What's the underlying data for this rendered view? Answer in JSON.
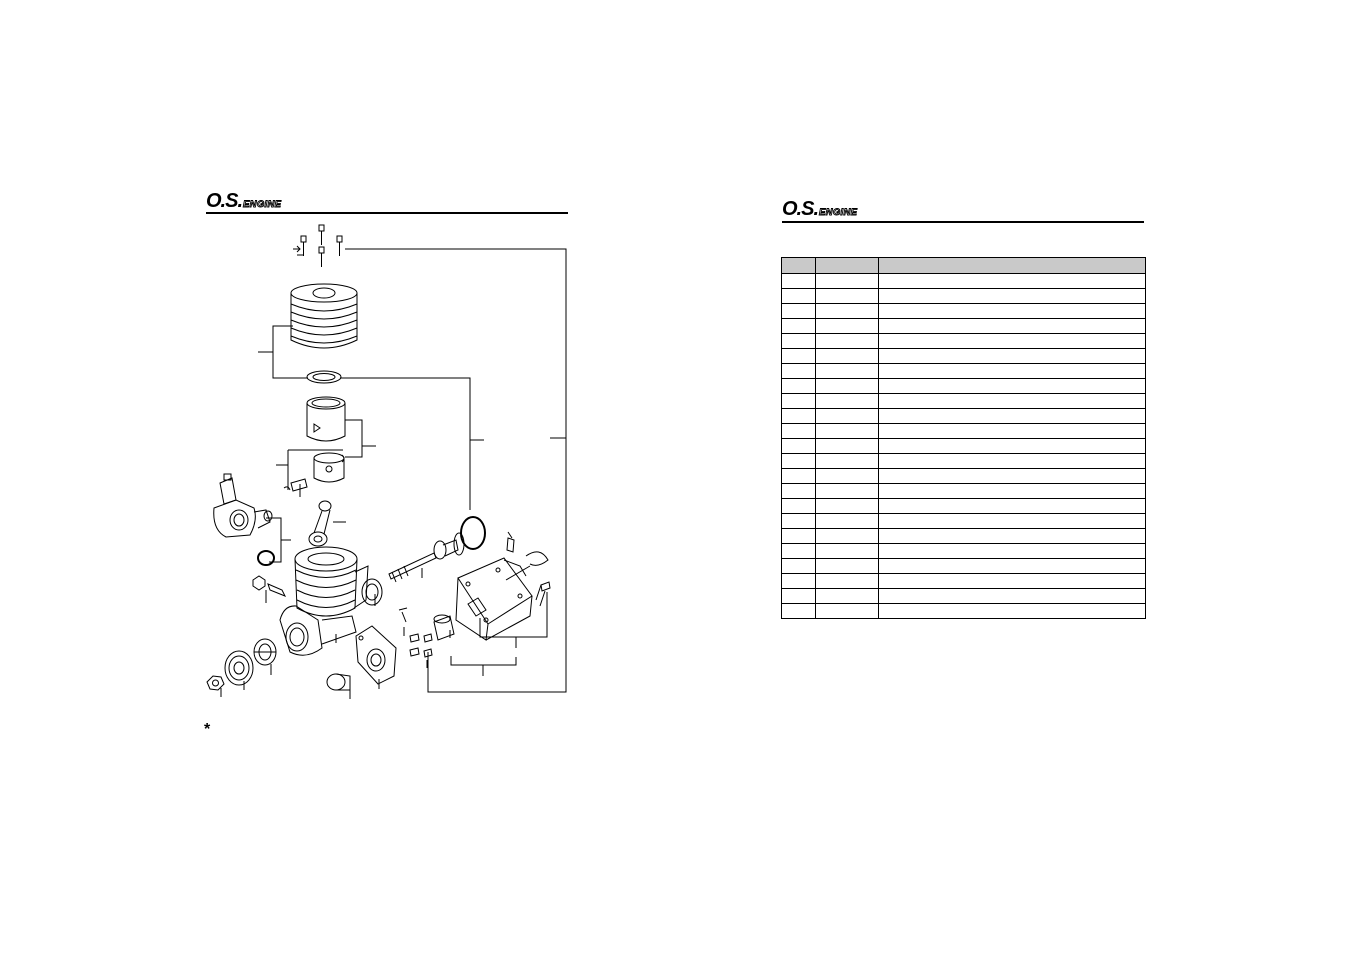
{
  "left_page": {
    "logo": {
      "brand": "O.S.",
      "sub": "ENGINE"
    },
    "footnote_symbol": "*",
    "diagram_icon": "engine-exploded-view"
  },
  "right_page": {
    "logo": {
      "brand": "O.S.",
      "sub": "ENGINE"
    },
    "table": {
      "columns": [
        "",
        "",
        ""
      ],
      "row_count": 23
    }
  },
  "colors": {
    "ink": "#000000",
    "header_fill": "#c9c9c9",
    "background": "#ffffff"
  }
}
